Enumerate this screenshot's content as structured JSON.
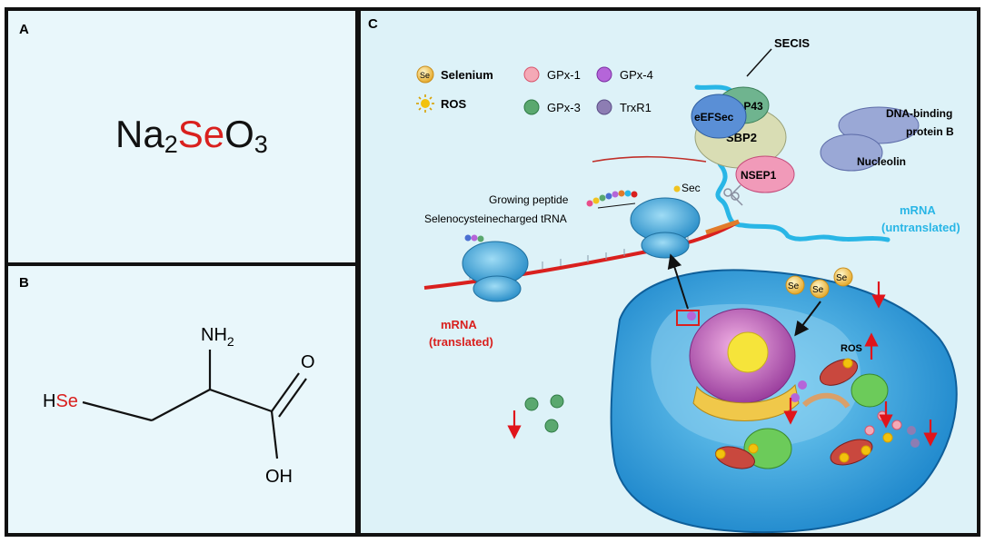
{
  "panels": {
    "a": {
      "label": "A"
    },
    "b": {
      "label": "B"
    },
    "c": {
      "label": "C"
    }
  },
  "formula": {
    "na": "Na",
    "na_sub": "2",
    "se": "Se",
    "o": "O",
    "o_sub": "3"
  },
  "structure": {
    "nh2": "NH",
    "nh2_sub": "2",
    "o": "O",
    "oh": "OH",
    "h": "H",
    "se": "Se"
  },
  "legend": [
    {
      "label": "Selenium",
      "icon": "selenium-icon",
      "color": "#f2c64a"
    },
    {
      "label": "ROS",
      "icon": "ros-icon",
      "color": "#e6b800"
    },
    {
      "label": "GPx-1",
      "icon": "gpx1-icon",
      "color": "#f4a9b6"
    },
    {
      "label": "GPx-3",
      "icon": "gpx3-icon",
      "color": "#5aa86f"
    },
    {
      "label": "GPx-4",
      "icon": "gpx4-icon",
      "color": "#b565d9"
    },
    {
      "label": "TrxR1",
      "icon": "trxr1-icon",
      "color": "#8d7db3"
    }
  ],
  "selenium_symbol": "Se",
  "labels": {
    "secis": "SECIS",
    "eefsec": "eEFSec",
    "secp43": "SecP43",
    "sbp2": "SBP2",
    "nsep1": "NSEP1",
    "dna_binding_line1": "DNA-binding",
    "dna_binding_line2": "protein B",
    "nucleolin": "Nucleolin",
    "growing_peptide": "Growing peptide",
    "sec": "Sec",
    "trna": "Selenocysteinecharged tRNA",
    "mrna_untranslated_1": "mRNA",
    "mrna_untranslated_2": "(untranslated)",
    "mrna_translated_1": "mRNA",
    "mrna_translated_2": "(translated)",
    "ros": "ROS"
  },
  "colors": {
    "selenium_red": "#d9201e",
    "mrna_blue": "#29b6e6",
    "arrow_red": "#e0141b"
  }
}
